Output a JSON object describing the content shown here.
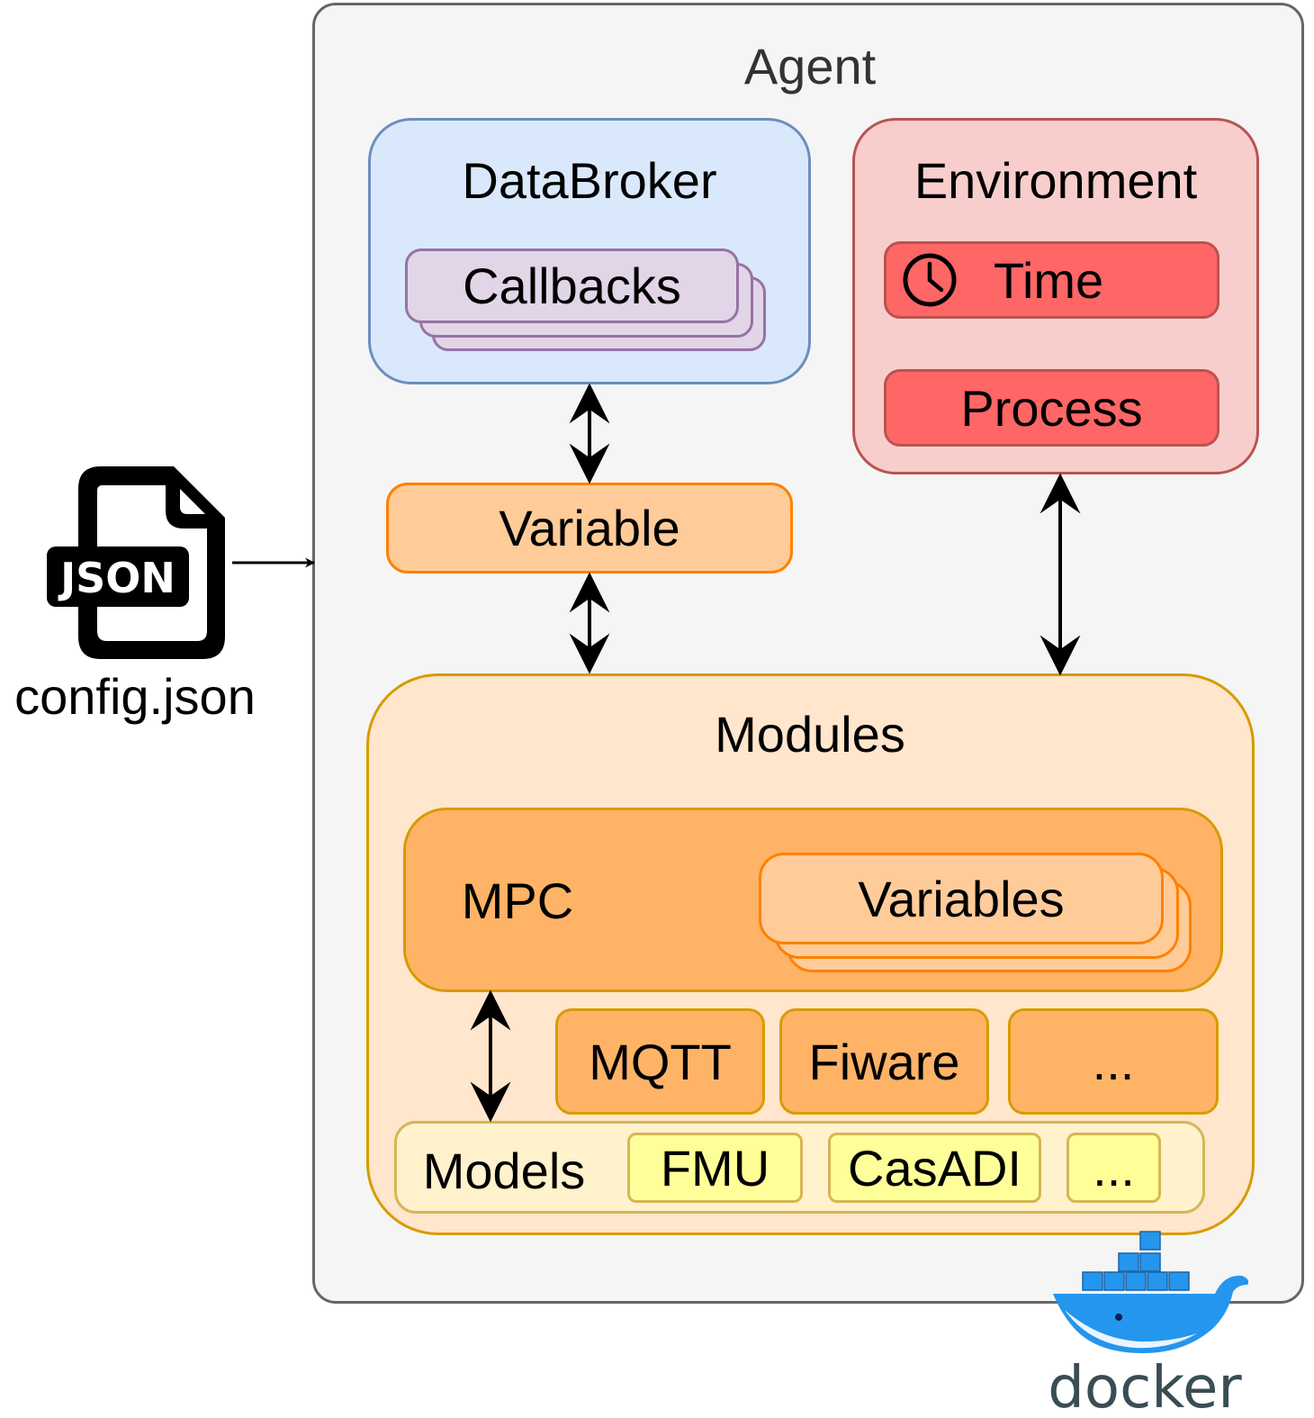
{
  "agent": {
    "title": "Agent"
  },
  "config": {
    "json_badge": "JSON",
    "filename": "config.json"
  },
  "databroker": {
    "title": "DataBroker",
    "callbacks": "Callbacks"
  },
  "environment": {
    "title": "Environment",
    "time": "Time",
    "process": "Process"
  },
  "variable": {
    "label": "Variable"
  },
  "modules": {
    "title": "Modules",
    "mpc": {
      "label": "MPC",
      "variables": "Variables"
    },
    "communicators": [
      "MQTT",
      "Fiware",
      "..."
    ],
    "models": {
      "label": "Models",
      "items": [
        "FMU",
        "CasADI",
        "..."
      ]
    }
  },
  "docker": {
    "wordmark": "docker"
  },
  "colors": {
    "agent_fill": "#f5f5f5",
    "agent_border": "#666666",
    "databroker_fill": "#dae8fc",
    "databroker_border": "#6c8ebf",
    "callbacks_fill": "#e1d5e7",
    "callbacks_border": "#9673a6",
    "environment_fill": "#f8cecc",
    "environment_border": "#b85450",
    "environment_item_fill": "#ff6666",
    "variable_fill": "#ffcc99",
    "variable_border": "#ff8000",
    "modules_fill": "#ffe6cc",
    "modules_border": "#d79b00",
    "mpc_fill": "#ffb366",
    "models_fill": "#fff2cc",
    "models_border": "#d6b656",
    "model_item_fill": "#ffff99",
    "docker_blue": "#2496ed"
  },
  "icons": [
    "json-file-icon",
    "clock-icon",
    "docker-whale-icon"
  ]
}
